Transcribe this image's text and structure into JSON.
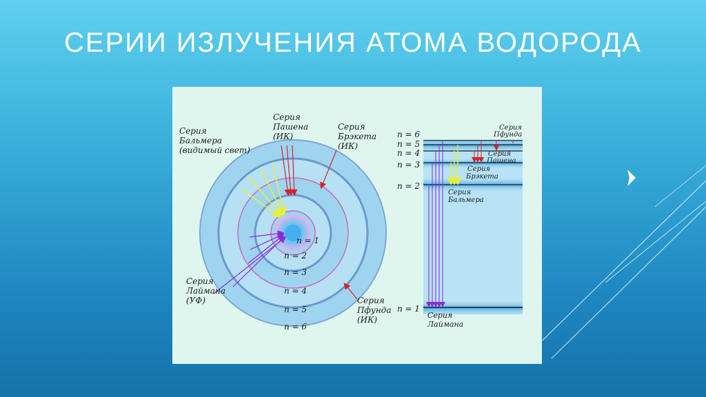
{
  "slide": {
    "title": "СЕРИИ ИЗЛУЧЕНИЯ АТОМА ВОДОРОДА"
  },
  "orbit_diagram": {
    "levels": [
      "n = 1",
      "n = 2",
      "n = 3",
      "n = 4",
      "n = 5",
      "n = 6"
    ],
    "labels": {
      "balmer": [
        "Серия",
        "Бальмера",
        "(видимый свет)"
      ],
      "paschen": [
        "Серия",
        "Пашена",
        "(ИК)"
      ],
      "brackett": [
        "Серия",
        "Брэкета",
        "(ИК)"
      ],
      "lyman": [
        "Серия",
        "Лаймана",
        "(УФ)"
      ],
      "pfund": [
        "Серия",
        "Пфунда",
        "(ИК)"
      ]
    }
  },
  "level_diagram": {
    "levels": [
      "n = 6",
      "n = 5",
      "n = 4",
      "n = 3",
      "n = 2",
      "n = 1"
    ],
    "labels": {
      "pfund": [
        "Серия",
        "Пфунда"
      ],
      "paschen": [
        "Серия",
        "Пашена"
      ],
      "brackett": [
        "Серия",
        "Брэкета"
      ],
      "balmer": [
        "Серия",
        "Бальмера"
      ],
      "lyman": [
        "Серия",
        "Лаймана"
      ]
    }
  },
  "colors": {
    "lyman_arrow": "#8b2bd6",
    "balmer_arrow": "#e8ef3a",
    "paschen_arrow": "#d4232b",
    "ring_fill": "#9fd4ef",
    "nucleus": "#46b0ee"
  }
}
